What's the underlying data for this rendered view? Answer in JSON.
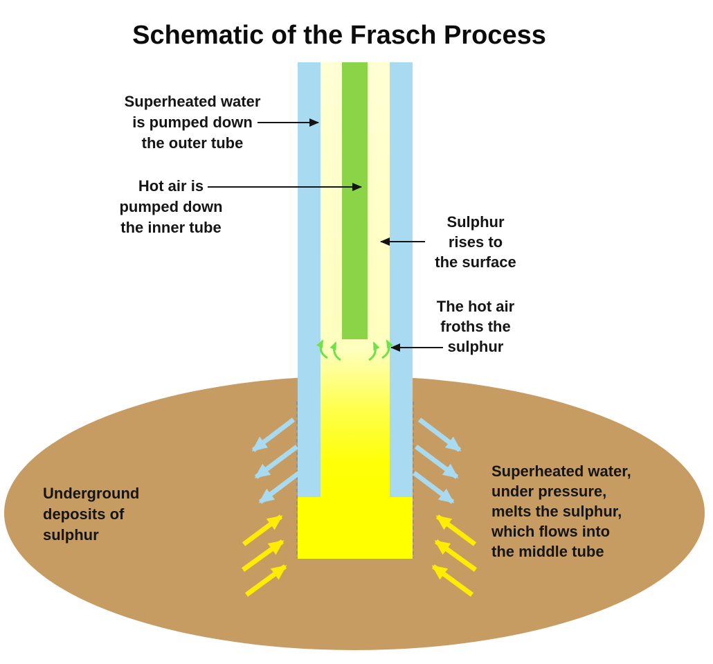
{
  "title": "Schematic of the Frasch Process",
  "labels": {
    "superheated_down": [
      "Superheated water",
      "is pumped down",
      "the outer tube"
    ],
    "hot_air": [
      "Hot air is",
      "pumped down",
      "the inner tube"
    ],
    "sulphur_rises": [
      "Sulphur",
      "rises to",
      "the surface"
    ],
    "froths": [
      "The hot air",
      "froths the",
      "sulphur"
    ],
    "underground": [
      "Underground",
      "deposits of",
      "sulphur"
    ],
    "melts": [
      "Superheated water,",
      "under pressure,",
      "melts the sulphur,",
      "which flows into",
      "the middle tube"
    ]
  },
  "colors": {
    "water_blue": "#a8daf2",
    "air_green": "#8bd448",
    "sulphur_pale": "#ffffd4",
    "sulphur_bright": "#ffff00",
    "ground_brown": "#c69c63",
    "froth_green": "#70e04b",
    "flow_yellow": "#ffed00",
    "text": "#151515"
  }
}
